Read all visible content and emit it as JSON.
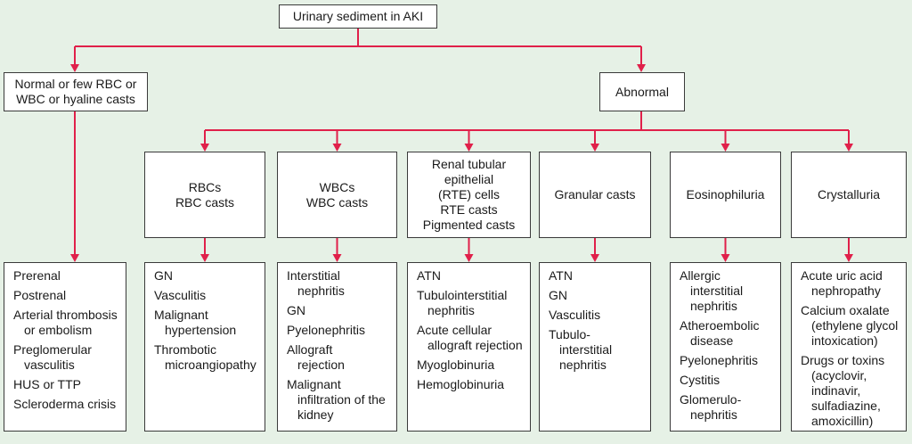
{
  "root": {
    "label": "Urinary sediment in AKI"
  },
  "normal": {
    "lines": [
      "Normal or few RBC or",
      "WBC or hyaline casts"
    ]
  },
  "abnormal": {
    "label": "Abnormal"
  },
  "normal_causes": [
    [
      "Prerenal"
    ],
    [
      "Postrenal"
    ],
    [
      "Arterial thrombosis",
      "or embolism"
    ],
    [
      "Preglomerular",
      "vasculitis"
    ],
    [
      "HUS or TTP"
    ],
    [
      "Scleroderma crisis"
    ]
  ],
  "categories": [
    {
      "key": "rbc",
      "lines": [
        "RBCs",
        "RBC casts"
      ],
      "causes": [
        [
          "GN"
        ],
        [
          "Vasculitis"
        ],
        [
          "Malignant",
          "hypertension"
        ],
        [
          "Thrombotic",
          "microangiopathy"
        ]
      ]
    },
    {
      "key": "wbc",
      "lines": [
        "WBCs",
        "WBC casts"
      ],
      "causes": [
        [
          "Interstitial",
          "nephritis"
        ],
        [
          "GN"
        ],
        [
          "Pyelonephritis"
        ],
        [
          "Allograft",
          "rejection"
        ],
        [
          "Malignant",
          "infiltration of the",
          "kidney"
        ]
      ]
    },
    {
      "key": "rte",
      "lines": [
        "Renal tubular",
        "epithelial",
        "(RTE) cells",
        "RTE casts",
        "Pigmented casts"
      ],
      "causes": [
        [
          "ATN"
        ],
        [
          "Tubulointerstitial",
          "nephritis"
        ],
        [
          "Acute cellular",
          "allograft rejection"
        ],
        [
          "Myoglobinuria"
        ],
        [
          "Hemoglobinuria"
        ]
      ]
    },
    {
      "key": "granular",
      "lines": [
        "Granular casts"
      ],
      "causes": [
        [
          "ATN"
        ],
        [
          "GN"
        ],
        [
          "Vasculitis"
        ],
        [
          "Tubulo-",
          "interstitial",
          "nephritis"
        ]
      ]
    },
    {
      "key": "eos",
      "lines": [
        "Eosinophiluria"
      ],
      "causes": [
        [
          "Allergic",
          "interstitial",
          "nephritis"
        ],
        [
          "Atheroembolic",
          "disease"
        ],
        [
          "Pyelonephritis"
        ],
        [
          "Cystitis"
        ],
        [
          "Glomerulo-",
          "nephritis"
        ]
      ]
    },
    {
      "key": "crystal",
      "lines": [
        "Crystalluria"
      ],
      "causes": [
        [
          "Acute uric acid",
          "nephropathy"
        ],
        [
          "Calcium oxalate",
          "(ethylene glycol",
          "intoxication)"
        ],
        [
          "Drugs or toxins",
          "(acyclovir,",
          "indinavir,",
          "sulfadiazine,",
          "amoxicillin)"
        ]
      ]
    }
  ],
  "colors": {
    "connector": "#e0204a",
    "box_border": "#3a3a3a",
    "background": "#e6f1e6"
  }
}
